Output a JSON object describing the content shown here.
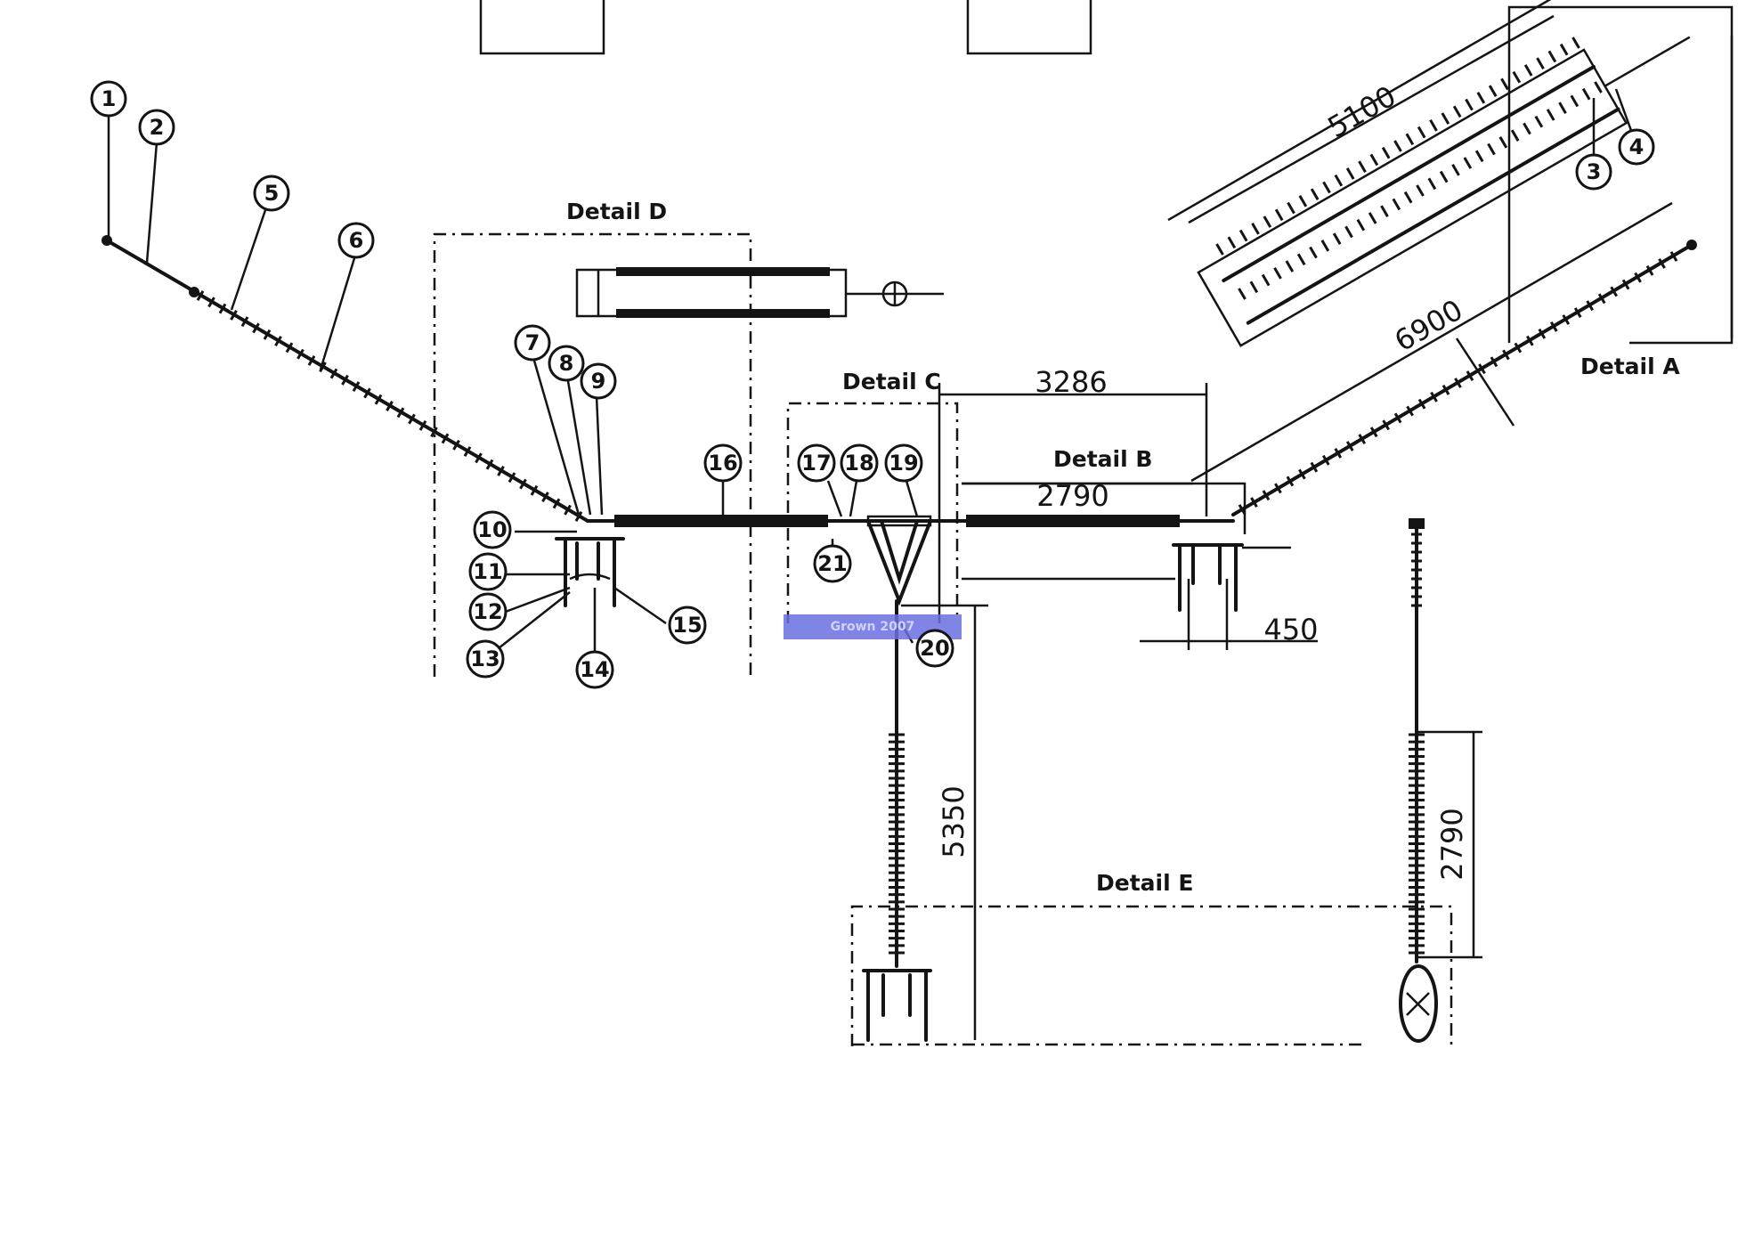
{
  "details": {
    "a": "Detail A",
    "b": "Detail B",
    "c": "Detail C",
    "d": "Detail D",
    "e": "Detail E"
  },
  "dimensions": {
    "d5100": "5100",
    "d6900": "6900",
    "d3286": "3286",
    "d2790_h": "2790",
    "d450": "450",
    "d5350": "5350",
    "d2790_v": "2790"
  },
  "callouts": [
    "1",
    "2",
    "3",
    "4",
    "5",
    "6",
    "7",
    "8",
    "9",
    "10",
    "11",
    "12",
    "13",
    "14",
    "15",
    "16",
    "17",
    "18",
    "19",
    "20",
    "21"
  ],
  "watermark": "Grown 2007",
  "colors": {
    "ink": "#141414",
    "watermark": "#6a6ee0"
  }
}
